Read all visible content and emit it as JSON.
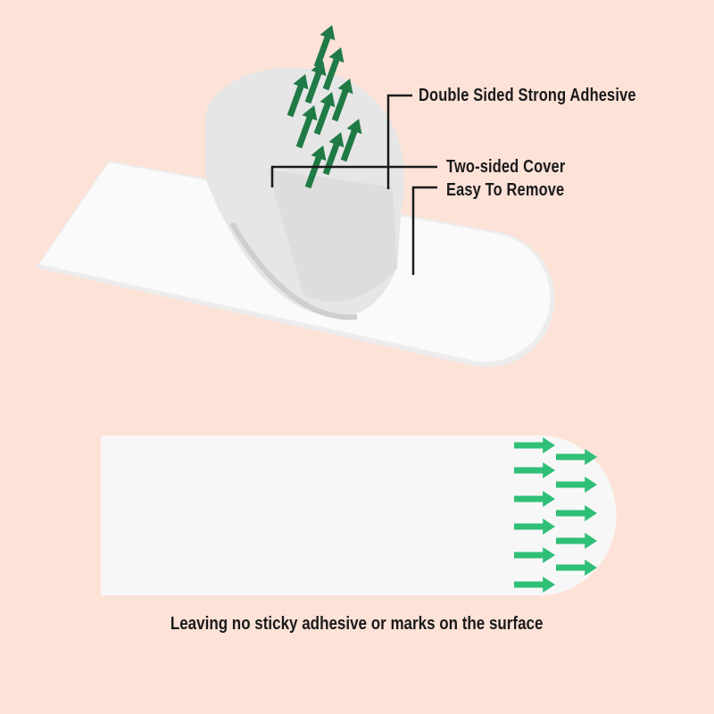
{
  "labels": {
    "adhesive": "Double Sided Strong Adhesive",
    "cover": "Two-sided Cover",
    "remove": "Easy To Remove"
  },
  "caption": "Leaving no sticky adhesive or marks on the surface",
  "colors": {
    "background": "#fde2d8",
    "strip": "#f7f7f7",
    "arrow_dark": "#1f7a45",
    "arrow_light": "#2fbf77"
  }
}
